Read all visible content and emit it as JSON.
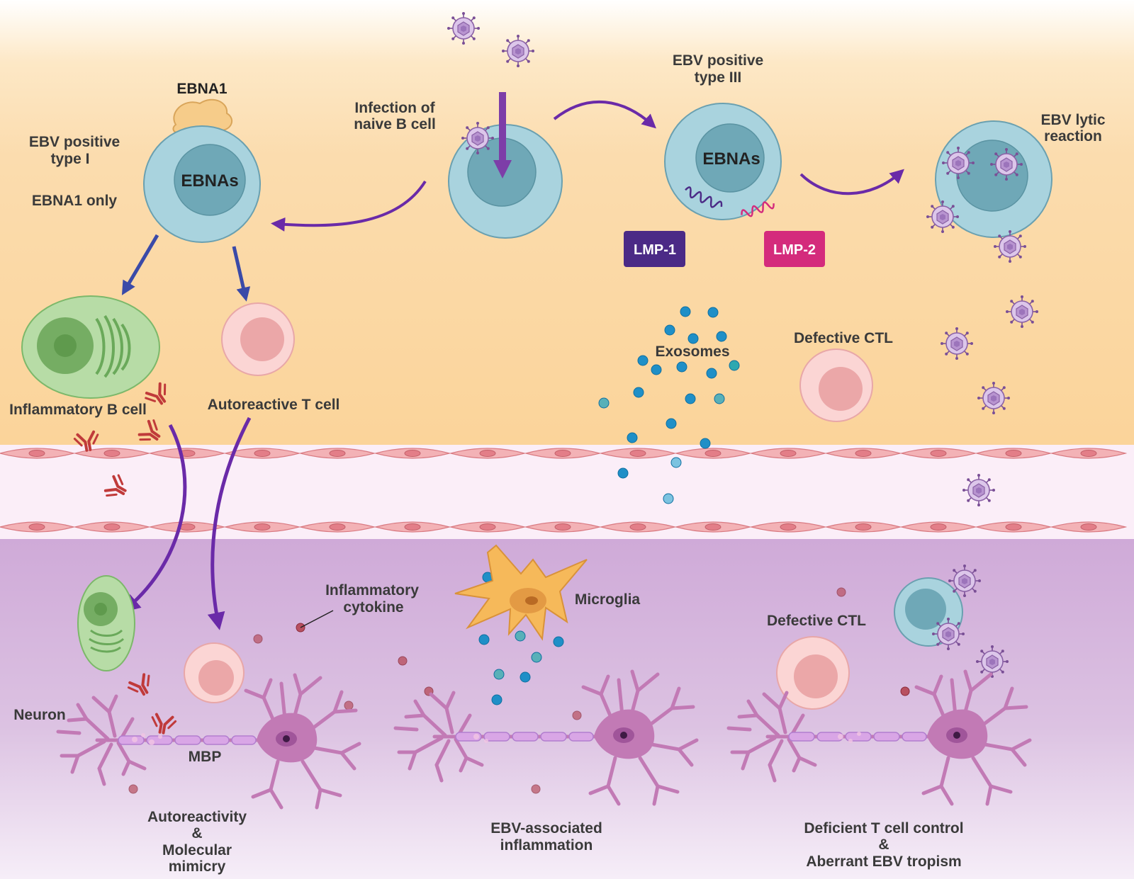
{
  "labels": {
    "ebna1": "EBNA1",
    "type1_line1": "EBV positive",
    "type1_line2": "type I",
    "ebna1_only": "EBNA1 only",
    "ebnas_left": "EBNAs",
    "infection_line1": "Infection of",
    "infection_line2": "naive B cell",
    "type3_line1": "EBV positive",
    "type3_line2": "type III",
    "ebnas_right": "EBNAs",
    "lmp1": "LMP-1",
    "lmp2": "LMP-2",
    "lytic_line1": "EBV lytic",
    "lytic_line2": "reaction",
    "inflammatory_b_cell": "Inflammatory B cell",
    "autoreactive_t_cell": "Autoreactive T cell",
    "exosomes": "Exosomes",
    "defective_ctl_top": "Defective CTL",
    "defective_ctl_bottom": "Defective CTL",
    "cytokine_line1": "Inflammatory",
    "cytokine_line2": "cytokine",
    "microglia": "Microglia",
    "neuron": "Neuron",
    "mbp": "MBP",
    "caption1_line1": "Autoreactivity",
    "caption1_line2": "&",
    "caption1_line3": "Molecular",
    "caption1_line4": "mimicry",
    "caption2_line1": "EBV-associated",
    "caption2_line2": "inflammation",
    "caption3_line1": "Deficient T cell control",
    "caption3_line2": "&",
    "caption3_line3": "Aberrant EBV tropism"
  },
  "colors": {
    "blood_zone": "#fbd9a4",
    "vessel_zone": "#fbeef8",
    "cns_zone": "#d4b2dc",
    "b_cell": "#a9d3de",
    "b_cell_nucleus": "#6fa8b7",
    "t_cell": "#f7c9c9",
    "t_cell_nucleus": "#eba7a8",
    "inflammatory_b": "#b7dca6",
    "arrow_purple": "#6a2aa8",
    "arrow_blue": "#3a4aa8",
    "lmp1": "#4b2a86",
    "lmp2": "#d42b7c",
    "virus": "#c9a9dc",
    "exosome": "#1f8fc7",
    "cytokine": "#b53a4a",
    "neuron": "#b76aa9",
    "antibody": "#c03a3a"
  },
  "icons": [
    "virus-icon",
    "exosome-icon",
    "antibody-icon",
    "neuron-icon",
    "microglia-icon",
    "endothelial-cell-icon"
  ]
}
